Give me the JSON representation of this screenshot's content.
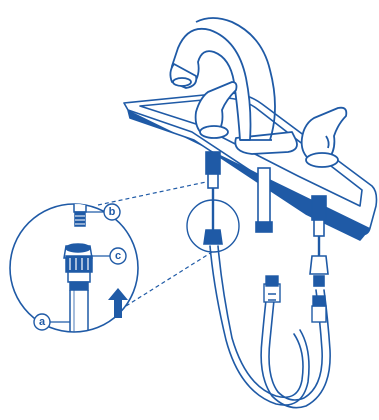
{
  "colors": {
    "line": "#1f5aa6",
    "fill": "#ffffff",
    "dark": "#1f4e8c"
  },
  "callouts": {
    "a": "a",
    "b": "b",
    "c": "c"
  },
  "icons": {
    "arrow": "up-arrow-icon"
  }
}
